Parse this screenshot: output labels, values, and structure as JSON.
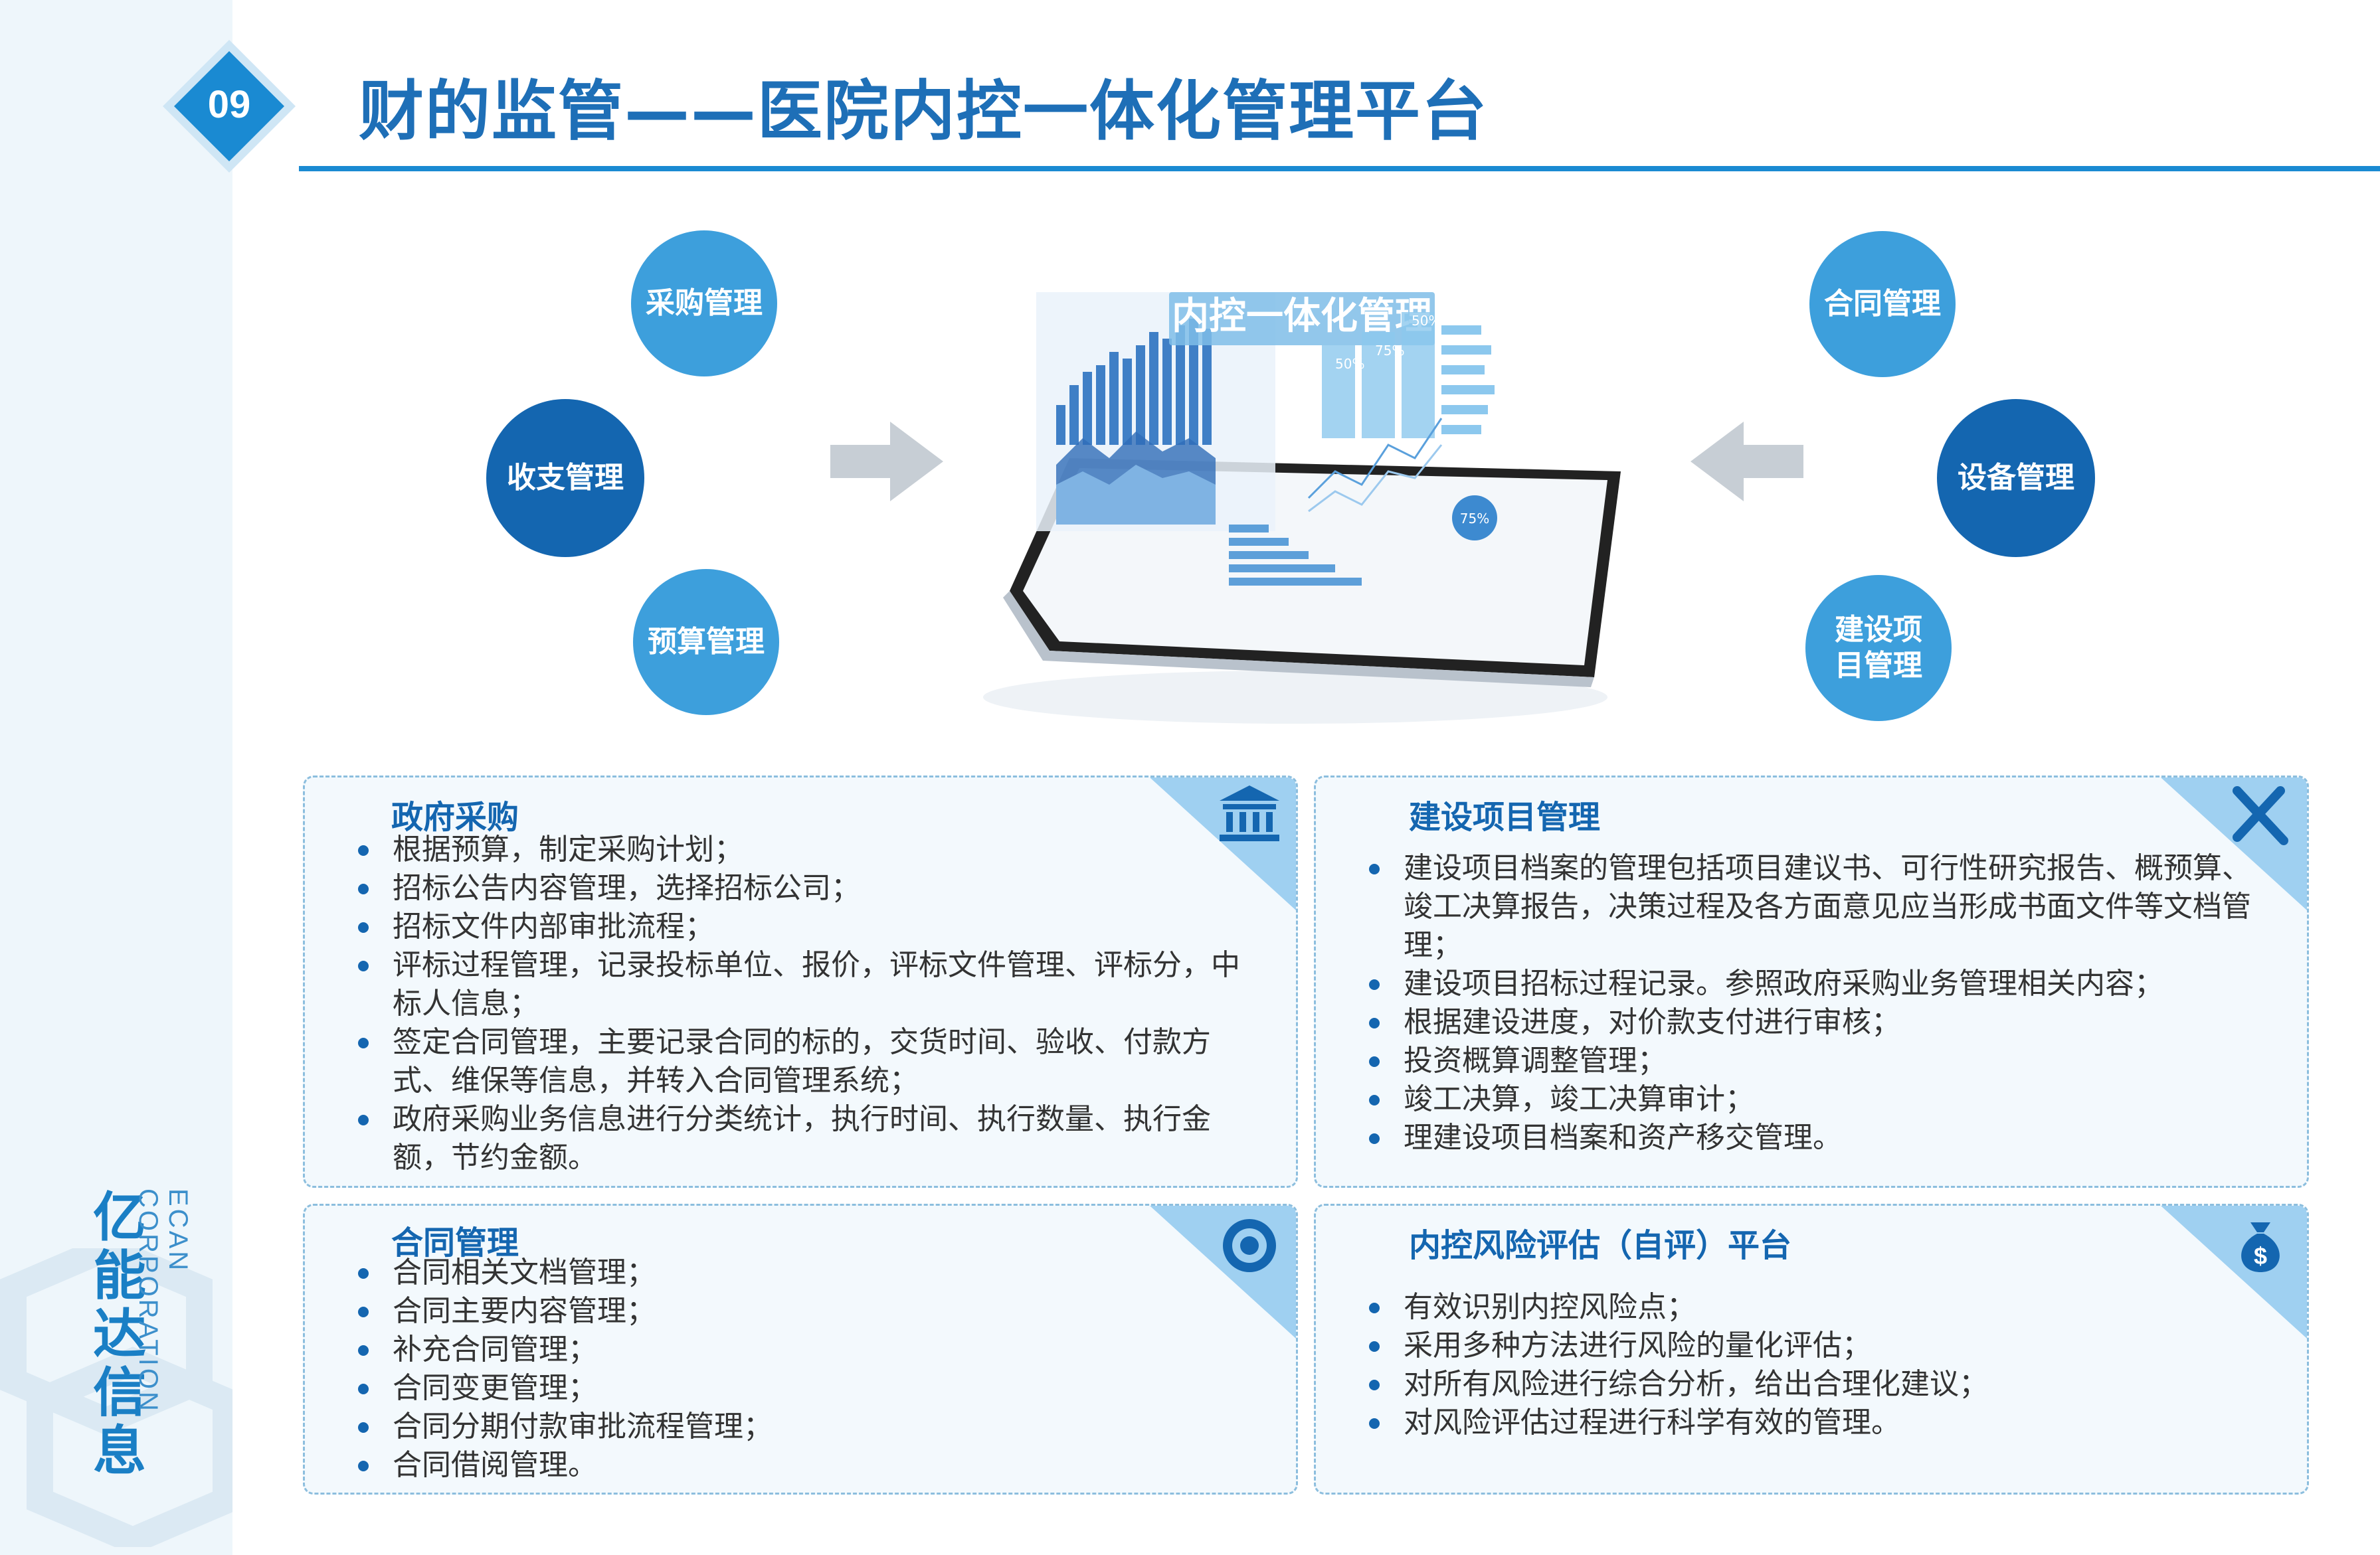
{
  "page": {
    "number": "09",
    "title": "财的监管——医院内控一体化管理平台"
  },
  "sidebar": {
    "logo_cn": "亿能达信息",
    "logo_en": "ECAN CORPORATION"
  },
  "diagram": {
    "center_title": "内控一体化管理",
    "left_modules": [
      "采购管理",
      "收支管理",
      "预算管理"
    ],
    "right_modules": [
      "合同管理",
      "设备管理",
      "建设项目管理"
    ],
    "tablet_labels": [
      "75%",
      "50%",
      "50%",
      "75%"
    ]
  },
  "panels": {
    "procurement": {
      "title": "政府采购",
      "icon": "bank-icon",
      "items": [
        "根据预算，制定采购计划；",
        "招标公告内容管理，选择招标公司；",
        "招标文件内部审批流程；",
        "评标过程管理，记录投标单位、报价，评标文件管理、评标分，中标人信息；",
        "签定合同管理，主要记录合同的标的，交货时间、验收、付款方式、维保等信息，并转入合同管理系统；",
        "政府采购业务信息进行分类统计，执行时间、执行数量、执行金额，节约金额。"
      ]
    },
    "construction": {
      "title": "建设项目管理",
      "icon": "tools-icon",
      "items": [
        "建设项目档案的管理包括项目建议书、可行性研究报告、概预算、竣工决算报告，决策过程及各方面意见应当形成书面文件等文档管理；",
        "建设项目招标过程记录。参照政府采购业务管理相关内容；",
        "根据建设进度，对价款支付进行审核；",
        "投资概算调整管理；",
        "竣工决算，竣工决算审计；",
        "理建设项目档案和资产移交管理。"
      ]
    },
    "contract": {
      "title": "合同管理",
      "icon": "gear-icon",
      "items": [
        "合同相关文档管理；",
        "合同主要内容管理；",
        "补充合同管理；",
        "合同变更管理；",
        "合同分期付款审批流程管理；",
        "合同借阅管理。"
      ]
    },
    "risk": {
      "title": "内控风险评估（自评）平台",
      "icon": "money-bag-icon",
      "items": [
        "有效识别内控风险点；",
        "采用多种方法进行风险的量化评估；",
        "对所有风险进行综合分析，给出合理化建议；",
        "对风险评估过程进行科学有效的管理。"
      ]
    }
  },
  "colors": {
    "primary": "#1466b0",
    "light": "#3d9fdc",
    "accent_line": "#1a8ad2",
    "sidebar_bg": "#eef6fb"
  }
}
